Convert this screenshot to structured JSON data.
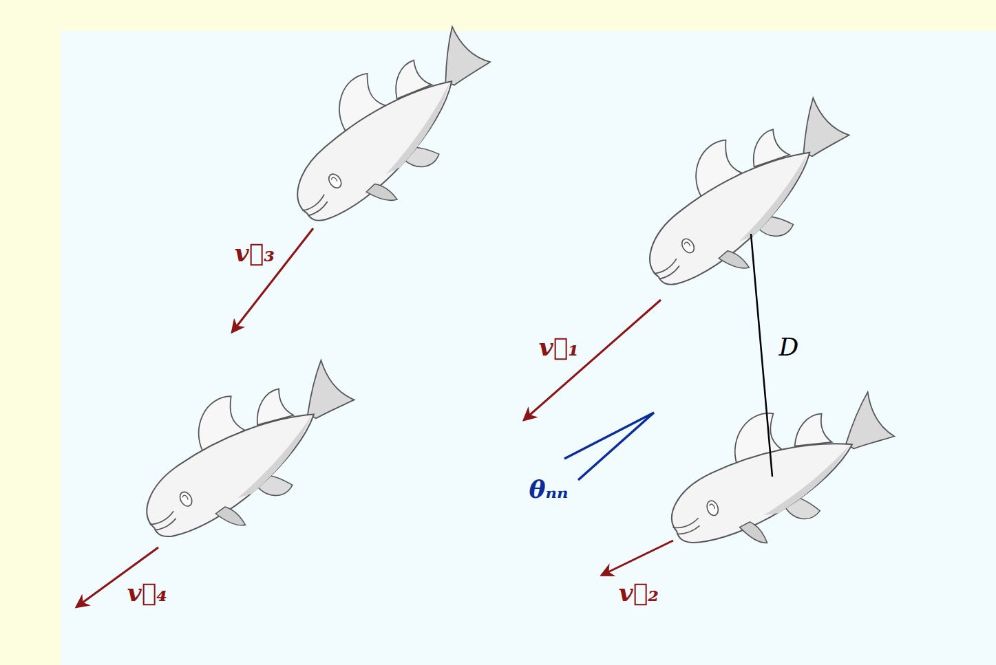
{
  "diagram": {
    "labels": [
      "v⃗₃",
      "v⃗₁",
      "D",
      "θₙₙ",
      "v⃗₄",
      "v⃗₂"
    ]
  }
}
